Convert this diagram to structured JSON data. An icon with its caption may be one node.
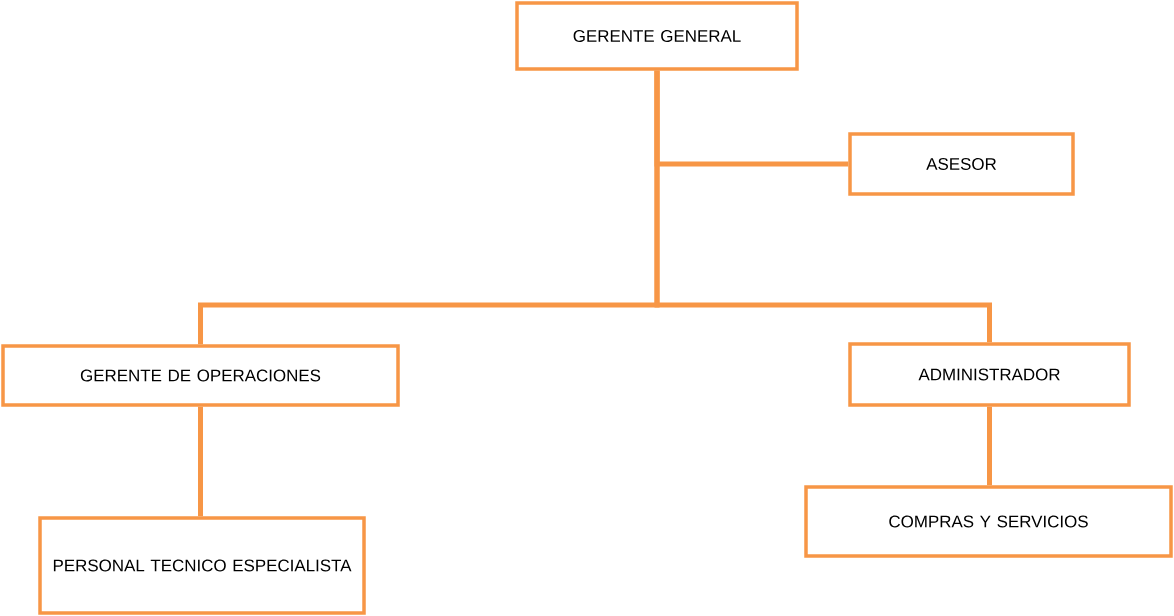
{
  "diagram": {
    "nodes": [
      {
        "text": [
          "GERENTE GENERAL"
        ]
      },
      {
        "text": [
          "ASESOR"
        ]
      },
      {
        "text": [
          "GERENTE DE OPERACIONES"
        ]
      },
      {
        "text": [
          "ADMINISTRADOR"
        ]
      },
      {
        "text": [
          "PERSONAL TECNICO ESPECIALISTA"
        ]
      },
      {
        "text": [
          "COMPRAS Y SERVICIOS"
        ]
      }
    ],
    "edges": [
      {
        "from": 0,
        "to": 1,
        "arrow": "none"
      },
      {
        "from": 0,
        "to": 2,
        "arrow": "none"
      },
      {
        "from": 0,
        "to": 3,
        "arrow": "none"
      },
      {
        "from": 2,
        "to": 4,
        "arrow": "none"
      },
      {
        "from": 3,
        "to": 5,
        "arrow": "none"
      }
    ]
  }
}
